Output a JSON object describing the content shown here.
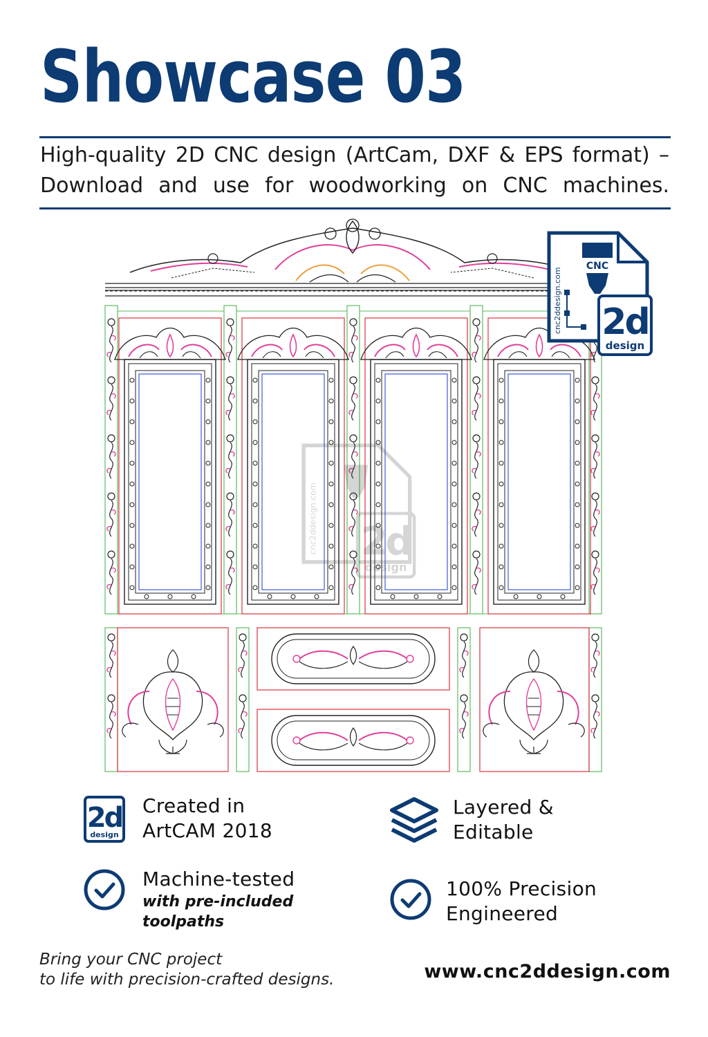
{
  "title": "Showcase 03",
  "subtitle": {
    "line1": "High-quality 2D CNC design (ArtCam, DXF & EPS format) –",
    "line2": "Download and use for woodworking on CNC machines."
  },
  "logo": {
    "text_cnc": "CNC",
    "text_2d": "2d",
    "text_design": "design",
    "text_vertical": "cnc2ddesign.com"
  },
  "features": {
    "created": {
      "title_line1": "Created in",
      "title_line2": "ArtCAM 2018",
      "icon": "2d-design-logo-icon"
    },
    "layered": {
      "title_line1": "Layered &",
      "title_line2": "Editable",
      "icon": "layers-icon"
    },
    "tested": {
      "title": "Machine-tested",
      "sub_line1": "with pre-included",
      "sub_line2": "toolpaths",
      "icon": "check-circle-icon"
    },
    "precision": {
      "title_line1": "100% Precision",
      "title_line2": "Engineered",
      "icon": "check-circle-icon"
    }
  },
  "tagline": {
    "line1": "Bring your CNC project",
    "line2": "to life with precision-crafted designs."
  },
  "website": "www.cnc2ddesign.com",
  "colors": {
    "brand_navy": "#0d3b73",
    "outline_red": "#d9333f",
    "outline_green": "#5dbb5d",
    "outline_blue": "#3b5bd9",
    "ornament_pink": "#e0409a",
    "ornament_orange": "#f0a040"
  }
}
